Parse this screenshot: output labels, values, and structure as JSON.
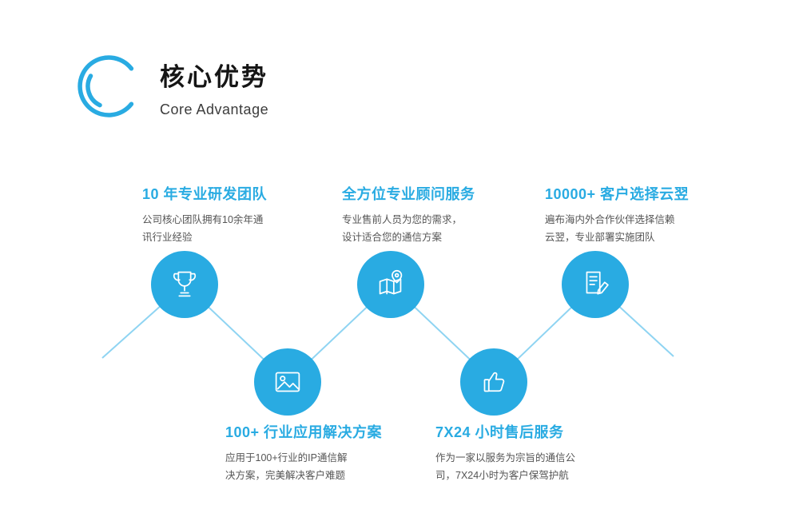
{
  "colors": {
    "accent": "#29ABE2",
    "line": "#8FD4F2",
    "heading_text": "#151515",
    "body_text": "#555555"
  },
  "header": {
    "title": "核心优势",
    "subtitle": "Core Advantage",
    "logo": "c-arc-logo"
  },
  "features": [
    {
      "icon": "trophy-icon",
      "title": "10 年专业研发团队",
      "line1": "公司核心团队拥有10余年通",
      "line2": "讯行业经验"
    },
    {
      "icon": "map-pin-icon",
      "title": "全方位专业顾问服务",
      "line1": "专业售前人员为您的需求，",
      "line2": "设计适合您的通信方案"
    },
    {
      "icon": "document-pen-icon",
      "title": "10000+ 客户选择云翌",
      "line1": "遍布海内外合作伙伴选择信赖",
      "line2": "云翌，专业部署实施团队"
    },
    {
      "icon": "picture-icon",
      "title": "100+ 行业应用解决方案",
      "line1": "应用于100+行业的IP通信解",
      "line2": "决方案，完美解决客户难题"
    },
    {
      "icon": "thumbs-up-icon",
      "title": "7X24 小时售后服务",
      "line1": "作为一家以服务为宗旨的通信公",
      "line2": "司，7X24小时为客户保驾护航"
    }
  ]
}
